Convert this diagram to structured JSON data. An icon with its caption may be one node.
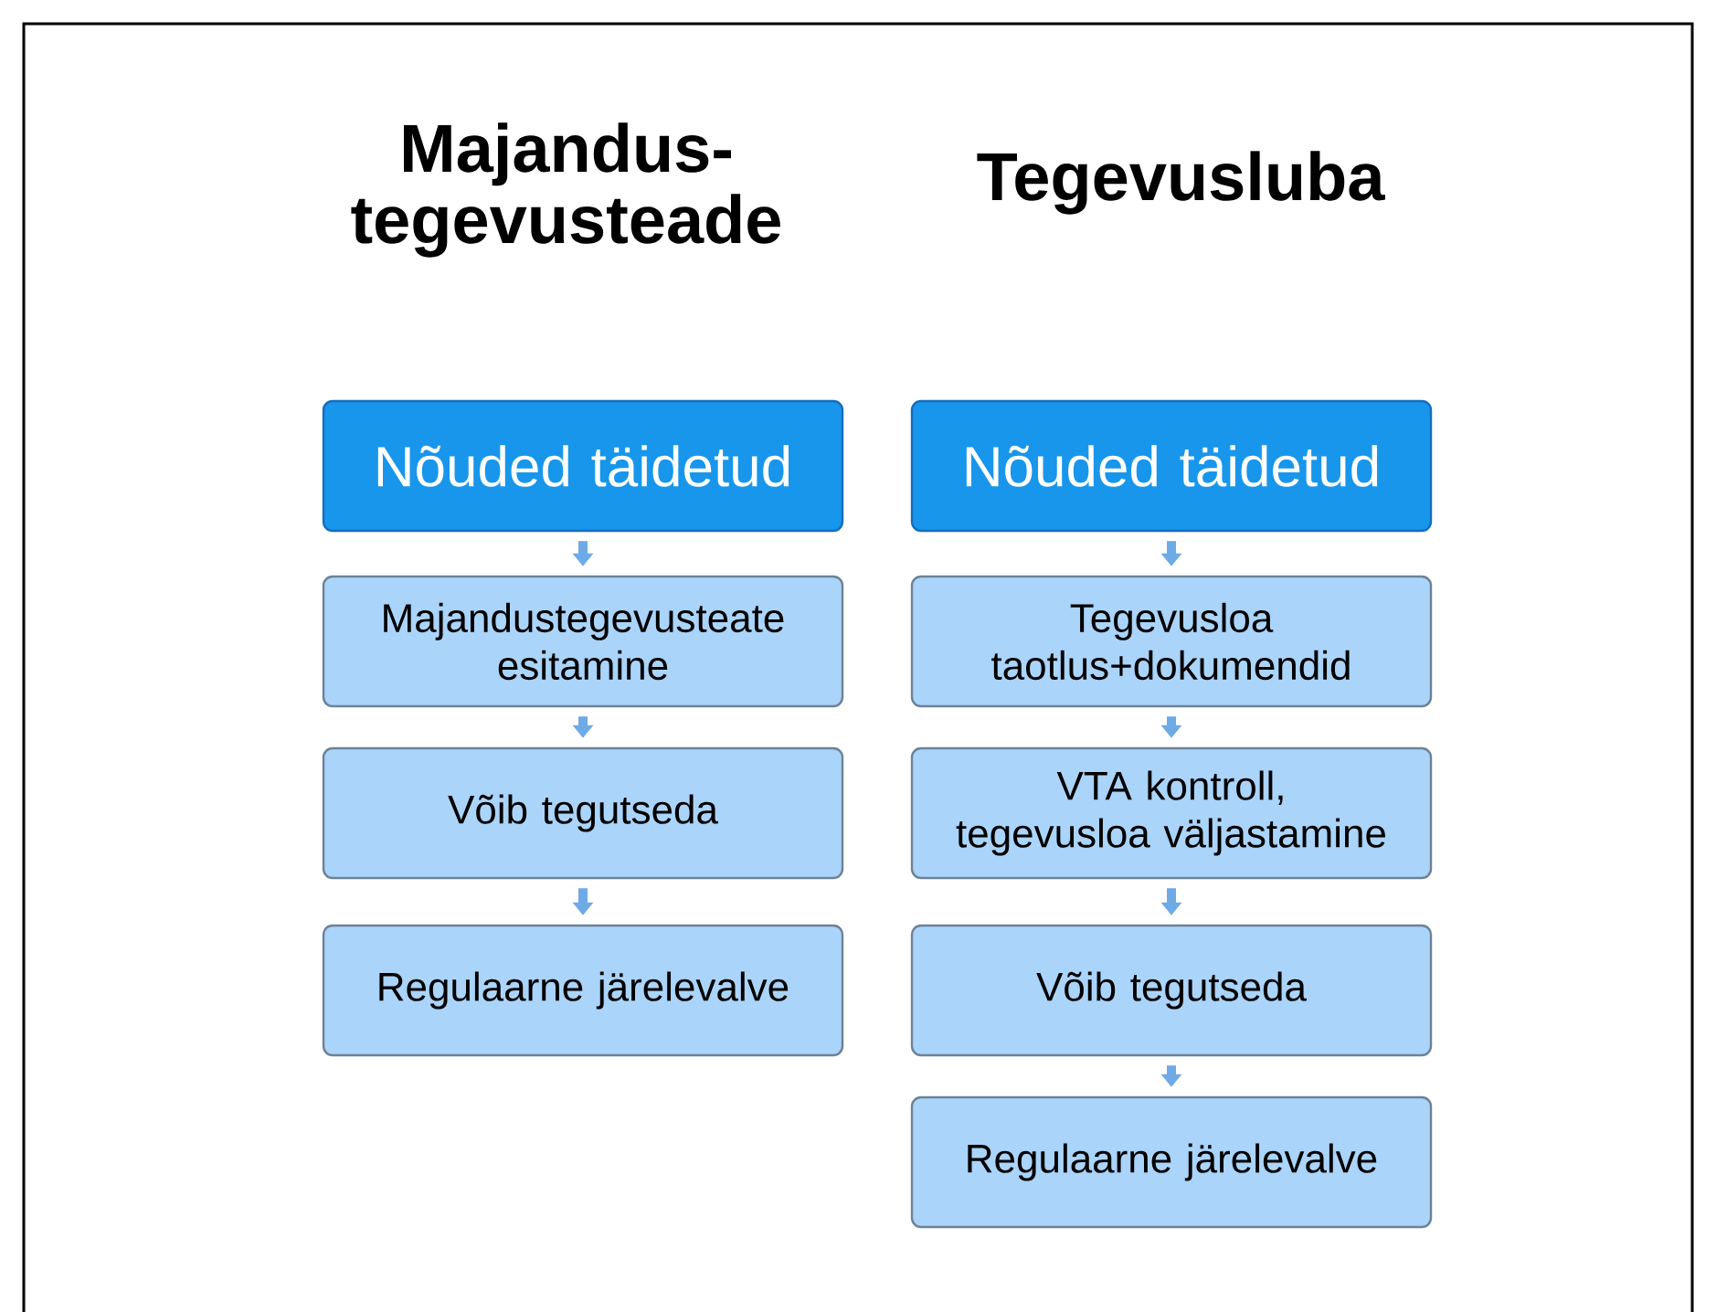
{
  "diagram": {
    "nodes": [
      {
        "text": [
          "Nõuded täidetud"
        ]
      },
      {
        "text": [
          "Majandustegevusteate esitamine"
        ]
      },
      {
        "text": [
          "Võib tegutseda"
        ]
      },
      {
        "text": [
          "Regulaarne järelevalve"
        ]
      },
      {
        "text": [
          "Nõuded täidetud"
        ]
      },
      {
        "text": [
          "Tegevusloa taotlus+dokumendid"
        ]
      },
      {
        "text": [
          "VTA kontroll, tegevusloa väljastamine"
        ]
      },
      {
        "text": [
          "Võib tegutseda"
        ]
      },
      {
        "text": [
          "Regulaarne järelevalve"
        ]
      }
    ],
    "edges": [
      {
        "from": 0,
        "to": 1,
        "arrow": "to"
      },
      {
        "from": 1,
        "to": 2,
        "arrow": "to"
      },
      {
        "from": 2,
        "to": 3,
        "arrow": "to"
      },
      {
        "from": 4,
        "to": 5,
        "arrow": "to"
      },
      {
        "from": 5,
        "to": 6,
        "arrow": "to"
      },
      {
        "from": 6,
        "to": 7,
        "arrow": "to"
      },
      {
        "from": 7,
        "to": 8,
        "arrow": "to"
      }
    ],
    "labels": [
      "Majandus- tegevusteade",
      "Tegevusluba"
    ]
  }
}
